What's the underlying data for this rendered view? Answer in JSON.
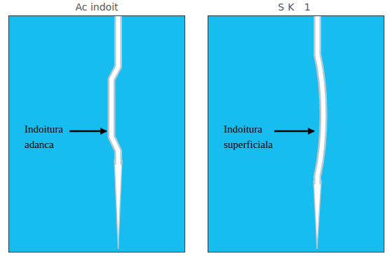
{
  "diagram": {
    "nodes": [
      {
        "text": [
          "Ac indoit",
          "Indoitura adanca"
        ]
      },
      {
        "text": [
          "SK 1",
          "Indoitura superficiala"
        ]
      }
    ]
  }
}
